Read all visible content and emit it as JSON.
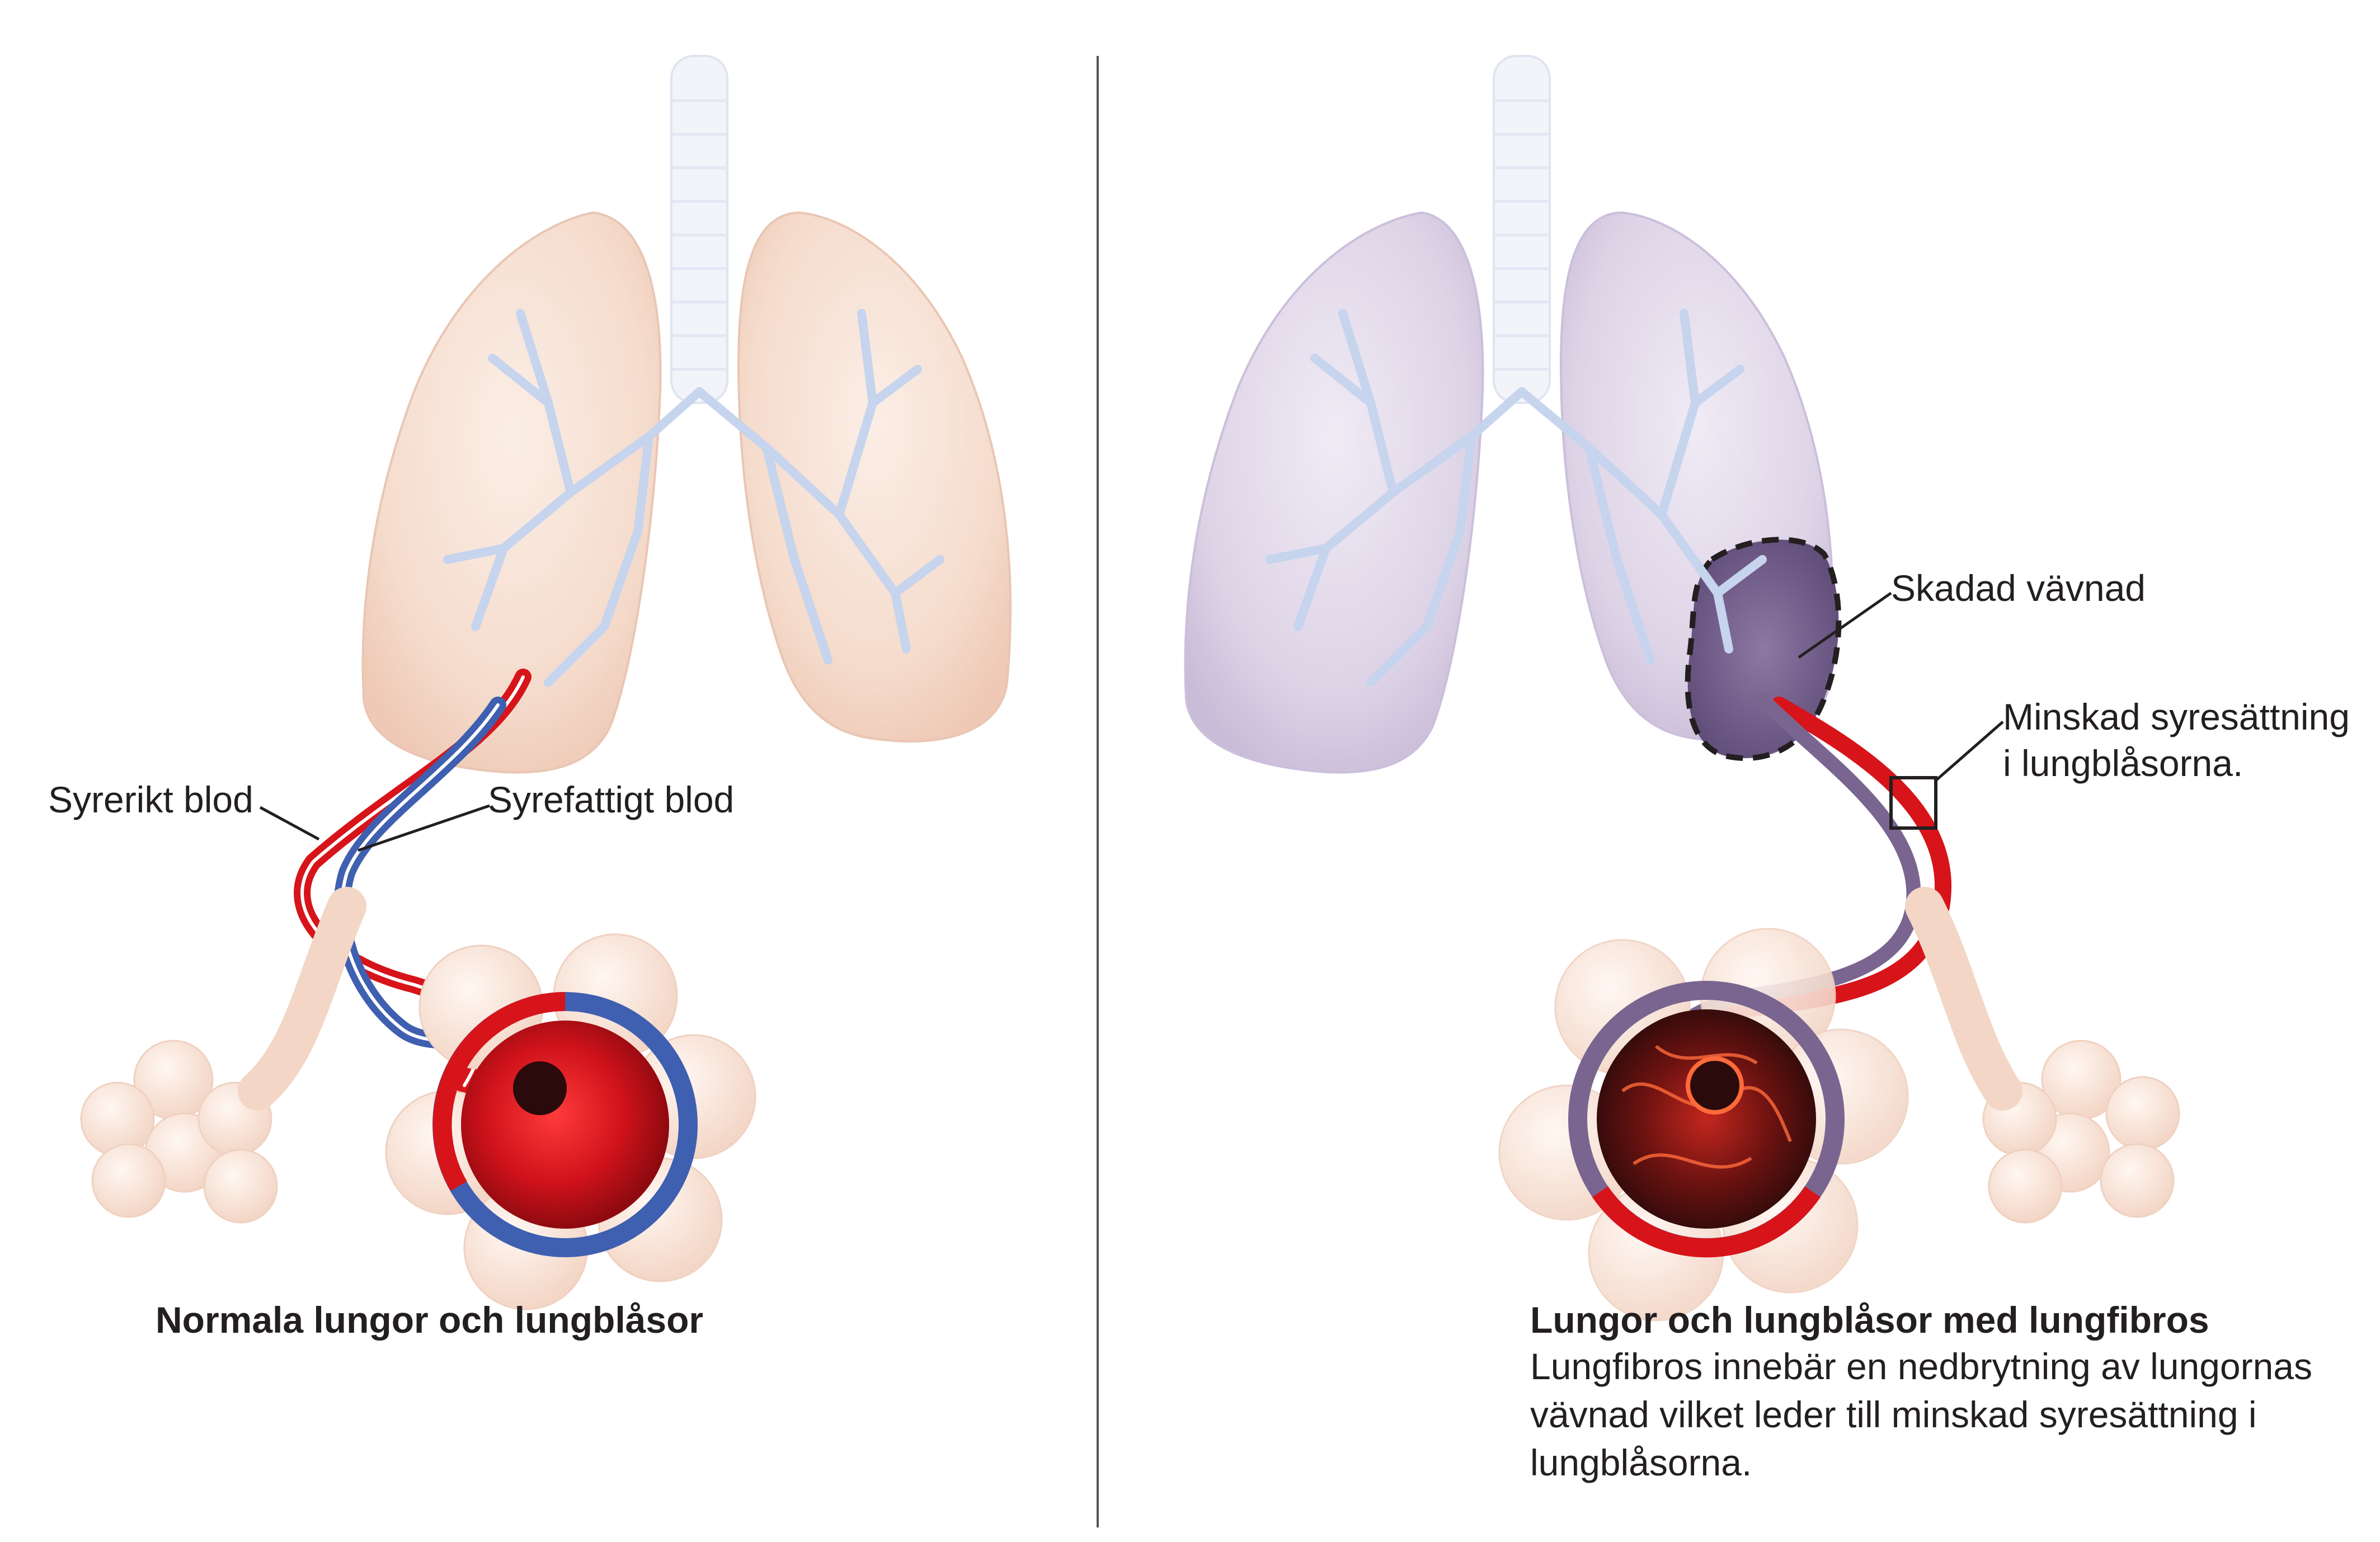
{
  "left_panel": {
    "caption": "Normala lungor och lungblåsor",
    "labels": {
      "oxygen_rich_blood": "Syrerikt blod",
      "oxygen_poor_blood": "Syrefattigt blod"
    }
  },
  "right_panel": {
    "caption_title": "Lungor och lungblåsor med lungfibros",
    "caption_lines": [
      "Lungfibros innebär en nedbrytning av lungornas",
      "vävnad vilket leder till minskad syresättning i",
      "lungblåsorna."
    ],
    "labels": {
      "damaged_tissue": "Skadad vävnad",
      "reduced_oxygenation_line1": "Minskad syresättning",
      "reduced_oxygenation_line2": "i lungblåsorna."
    }
  },
  "colors": {
    "healthy_lung": "#f6ddd0",
    "fibrotic_lung": "#ddd3e6",
    "damaged_tissue": "#7a6590",
    "artery_red": "#d7141a",
    "vein_blue": "#3f5fb0",
    "bronchi": "#c6d4ee",
    "divider": "#555555"
  }
}
